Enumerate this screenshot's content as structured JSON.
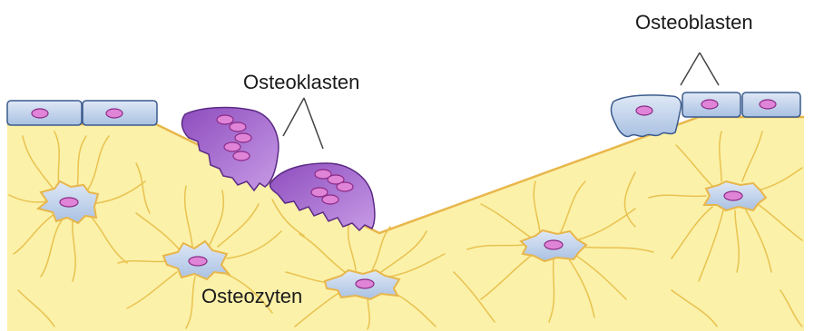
{
  "labels": {
    "osteoclasts": "Osteoklasten",
    "osteoblasts": "Osteoblasten",
    "osteocytes": "Osteozyten"
  },
  "colors": {
    "bone": "#fbf1a9",
    "bone_edge": "#e8b64a",
    "canaliculi": "#e9c24f",
    "cell_fill": "#bcd0ea",
    "cell_edge": "#3a5a8c",
    "nucleus": "#e084d8",
    "nucleus_edge": "#8a2a86",
    "osteoclast": "#9b57c7",
    "osteoclast_edge": "#5b2a85"
  }
}
